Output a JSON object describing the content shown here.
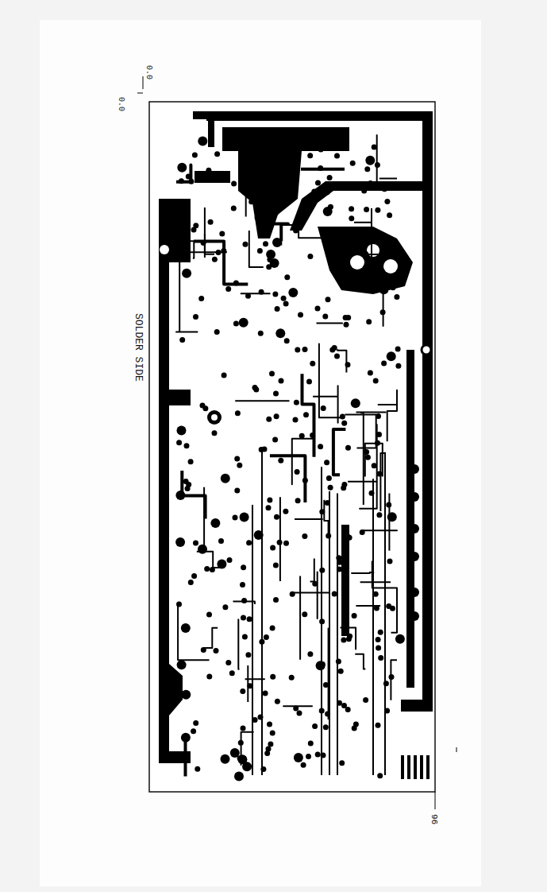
{
  "diagram": {
    "labels": [
      "SOLDER SIDE",
      "0.0",
      "0.0",
      "96"
    ]
  }
}
